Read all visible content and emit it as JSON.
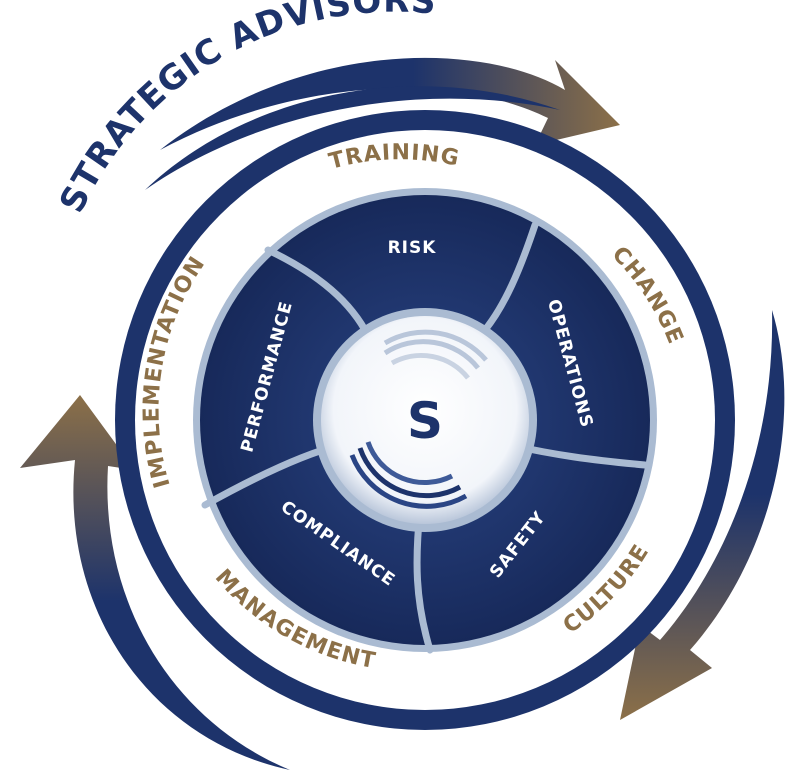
{
  "title": "STRATEGIC ADVISORS",
  "outer_ring": {
    "labels": [
      "TRAINING",
      "CHANGE",
      "CULTURE",
      "MANAGEMENT",
      "IMPLEMENTATION"
    ]
  },
  "inner_ring": {
    "segments": [
      "RISK",
      "OPERATIONS",
      "SAFETY",
      "COMPLIANCE",
      "PERFORMANCE"
    ]
  },
  "center": {
    "logo_letter": "S"
  },
  "colors": {
    "navy": "#1d336b",
    "navy_dark": "#15285a",
    "bronze": "#8c7048",
    "ring_light": "#aabbd2",
    "white": "#ffffff"
  }
}
